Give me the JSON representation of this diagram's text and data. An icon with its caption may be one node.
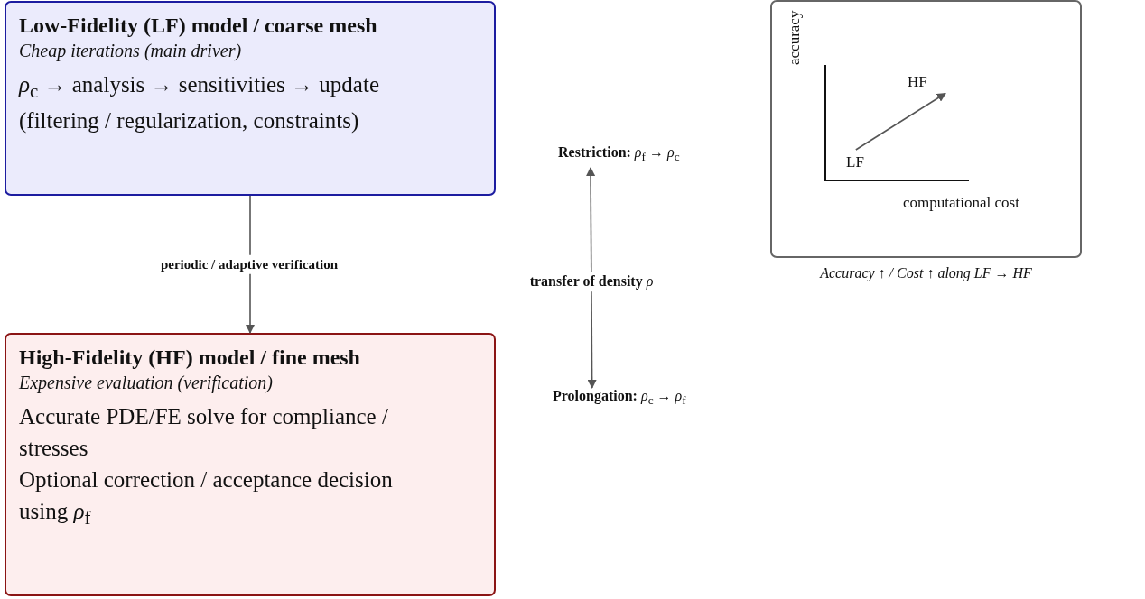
{
  "diagram": {
    "nodes": [
      {
        "text": [
          "Low-Fidelity (LF) model / coarse mesh",
          "Cheap iterations (main driver)",
          "*ρ*$_{c}$ → analysis → sensitivities → update (filtering / regularization, constraints)"
        ]
      },
      {
        "text": [
          "High-Fidelity (HF) model / fine mesh",
          "Expensive evaluation (verification)",
          "Accurate PDE/FE solve for compliance / stresses",
          "Optional correction / acceptance decision using *ρ*$_{f}$"
        ]
      },
      {
        "text": [
          "**Restriction:** *ρ*$_{f}$ → *ρ*$_{c}$"
        ]
      },
      {
        "text": [
          "**Prolongation:** *ρ*$_{c}$ → *ρ*$_{f}$"
        ]
      },
      {
        "text": [],
        "shape": "box",
        "beside": [
          "Accuracy ↑ / Cost ↑ along LF → HF"
        ]
      },
      {
        "text": [
          "LF"
        ],
        "in": 4
      },
      {
        "text": [
          "HF"
        ],
        "in": 4
      }
    ],
    "edges": [
      {
        "from": 0,
        "to": 1,
        "arrow": "to",
        "label": "periodic / adaptive verification"
      },
      {
        "from": 2,
        "to": 3,
        "arrow": "both",
        "label": "**transfer of density** *ρ*"
      },
      {
        "from": 5,
        "to": 6,
        "arrow": "to"
      }
    ],
    "labels": [
      "accuracy",
      "computational cost"
    ]
  }
}
